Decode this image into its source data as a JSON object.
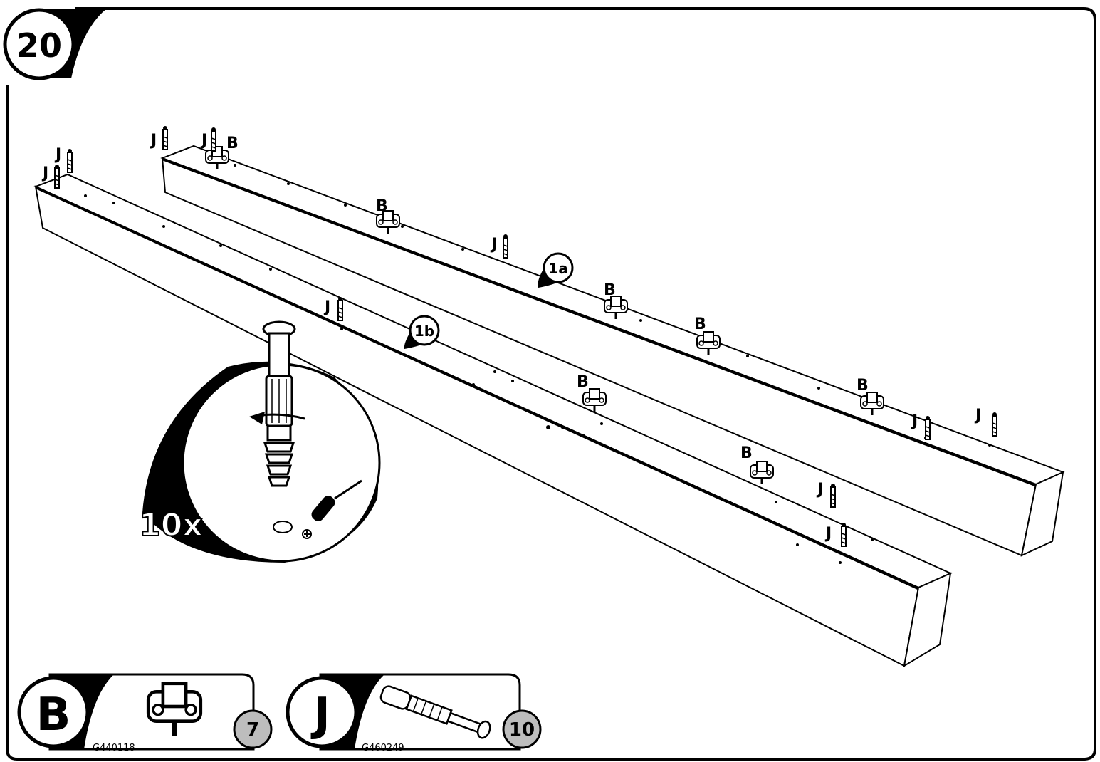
{
  "step": {
    "number": "20"
  },
  "panels": [
    {
      "id": "1a",
      "label": "1a"
    },
    {
      "id": "1b",
      "label": "1b"
    }
  ],
  "hardware_labels": {
    "cam": "B",
    "dowel": "J"
  },
  "detail": {
    "multiplier": "10x"
  },
  "legend": [
    {
      "letter": "B",
      "code": "G440118",
      "count": "7"
    },
    {
      "letter": "J",
      "code": "G460249",
      "count": "10"
    }
  ]
}
